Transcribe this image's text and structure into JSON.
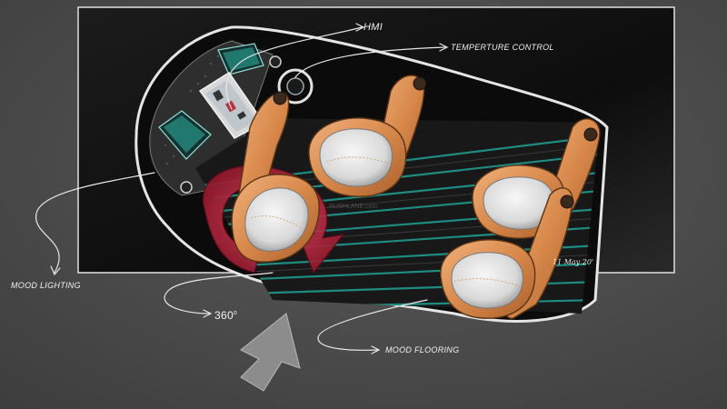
{
  "labels": {
    "hmi": "HMI",
    "temperature_control": "TEMPERTURE CONTROL",
    "mood_lighting": "MOOD LIGHTING",
    "rotation": "360",
    "rotation_unit": "o",
    "mood_flooring": "MOOD FLOORING"
  },
  "signature": "11 May 20'",
  "watermark": "RUSHLANE.com",
  "colors": {
    "background": "#4a4a4a",
    "panel": "#131313",
    "seat_shell": "#d88a4f",
    "seat_cushion": "#dcdcdc",
    "floor_stripe": "#22b3a6",
    "rotation_arrow": "#b81e3a"
  }
}
